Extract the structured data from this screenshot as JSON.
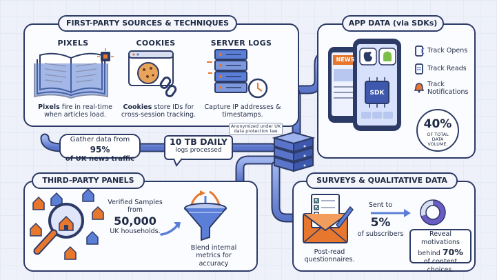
{
  "sections": {
    "first_party": {
      "title": "FIRST-PARTY SOURCES & TECHNIQUES",
      "pixels": {
        "heading": "PIXELS",
        "caption_bold": "Pixels",
        "caption_rest": " fire in real-time when articles load."
      },
      "cookies": {
        "heading": "COOKIES",
        "caption_bold": "Cookies",
        "caption_rest": " store IDs for cross-session tracking."
      },
      "server_logs": {
        "heading": "SERVER LOGS",
        "caption": "Capture IP addresses & timestamps."
      },
      "anonymized_note": "Anonymized under UK data protection law",
      "gather_prefix": "Gather data from ",
      "gather_pct": "95%",
      "gather_suffix": "of UK news traffic",
      "daily_value": "10 TB DAILY",
      "daily_label": "logs processed"
    },
    "app_data": {
      "title": "APP DATA (via SDKs)",
      "news_label": "NEWS",
      "sdk_label": "SDK",
      "track_items": [
        "Track Opens",
        "Track Reads",
        "Track Notifications"
      ],
      "pct_value": "40%",
      "pct_label": "OF TOTAL DATA VOLUME."
    },
    "third_party": {
      "title": "THIRD-PARTY PANELS",
      "verified_prefix": "Verified Samples from",
      "verified_value": "50,000",
      "verified_suffix": "UK households.",
      "blend_text": "Blend internal metrics for accuracy"
    },
    "surveys": {
      "title": "SURVEYS & QUALITATIVE DATA",
      "post_read": "Post-read questionnaires.",
      "sent_to": "Sent to",
      "sent_value": "5%",
      "sent_suffix": "of subscribers",
      "reveal_prefix": "Reveal motivations behind",
      "reveal_value": "70%",
      "reveal_suffix": "of content choices."
    }
  },
  "colors": {
    "navy": "#2c3a66",
    "orange": "#e8772e",
    "blue": "#5b7fd6",
    "purple": "#6b5bc4"
  }
}
